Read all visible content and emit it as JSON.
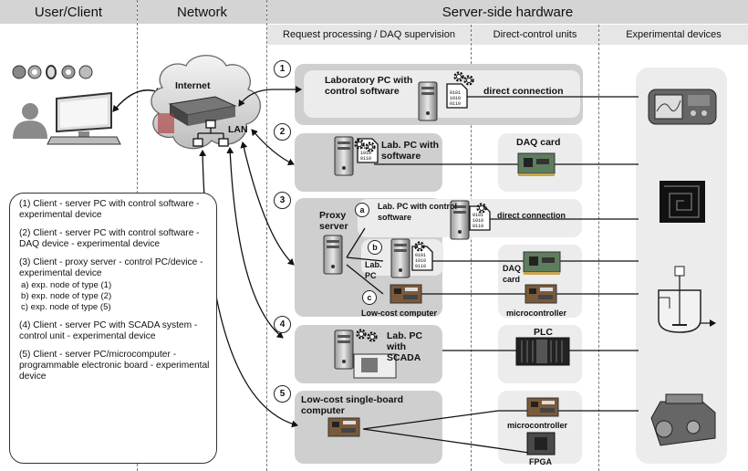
{
  "headers": {
    "client": "User/Client",
    "network": "Network",
    "server": "Server-side hardware"
  },
  "subheaders": {
    "request": "Request processing / DAQ supervision",
    "direct": "Direct-control units",
    "devices": "Experimental devices"
  },
  "network": {
    "internet": "Internet",
    "lan": "LAN"
  },
  "setups": {
    "s1": {
      "num": "1",
      "pc": "Laboratory PC with control software",
      "link": "direct connection"
    },
    "s2": {
      "num": "2",
      "pc": "Lab. PC with software",
      "unit": "DAQ card"
    },
    "s3": {
      "num": "3",
      "proxy": "Proxy server",
      "a_tag": "a",
      "a_pc": "Lab. PC with control software",
      "a_link": "direct connection",
      "b_tag": "b",
      "b_pc": "Lab. PC",
      "b_unit": "DAQ card",
      "c_tag": "c",
      "c_pc": "Low-cost computer",
      "c_unit": "microcontroller"
    },
    "s4": {
      "num": "4",
      "pc": "Lab. PC with SCADA",
      "unit": "PLC"
    },
    "s5": {
      "num": "5",
      "pc": "Low-cost single-board computer",
      "unit1": "microcontroller",
      "unit2": "FPGA"
    }
  },
  "legend": {
    "l1": "(1)  Client - server PC with control software -  experimental device",
    "l2": "(2)  Client - server PC with control software - DAQ device - experimental device",
    "l3": "(3)  Client - proxy server - control PC/device - experimental device",
    "l3a": "a) exp. node of type (1)",
    "l3b": "b) exp. node of type (2)",
    "l3c": "c) exp. node of type (5)",
    "l4": "(4)  Client - server PC with SCADA system - control unit - experimental device",
    "l5": "(5)  Client - server PC/microcomputer - programmable electronic board - experimental device"
  },
  "icons": [
    "browser-icons",
    "user-icon",
    "monitor-icon",
    "cloud-icon",
    "router-icon",
    "lan-icon",
    "server-tower-icon",
    "gear-icon",
    "document-binary-icon",
    "daq-card-icon",
    "microcontroller-icon",
    "plc-icon",
    "fpga-icon",
    "oscilloscope-icon",
    "chip-icon",
    "reactor-tank-icon",
    "engine-icon",
    "scada-screen-icon"
  ]
}
